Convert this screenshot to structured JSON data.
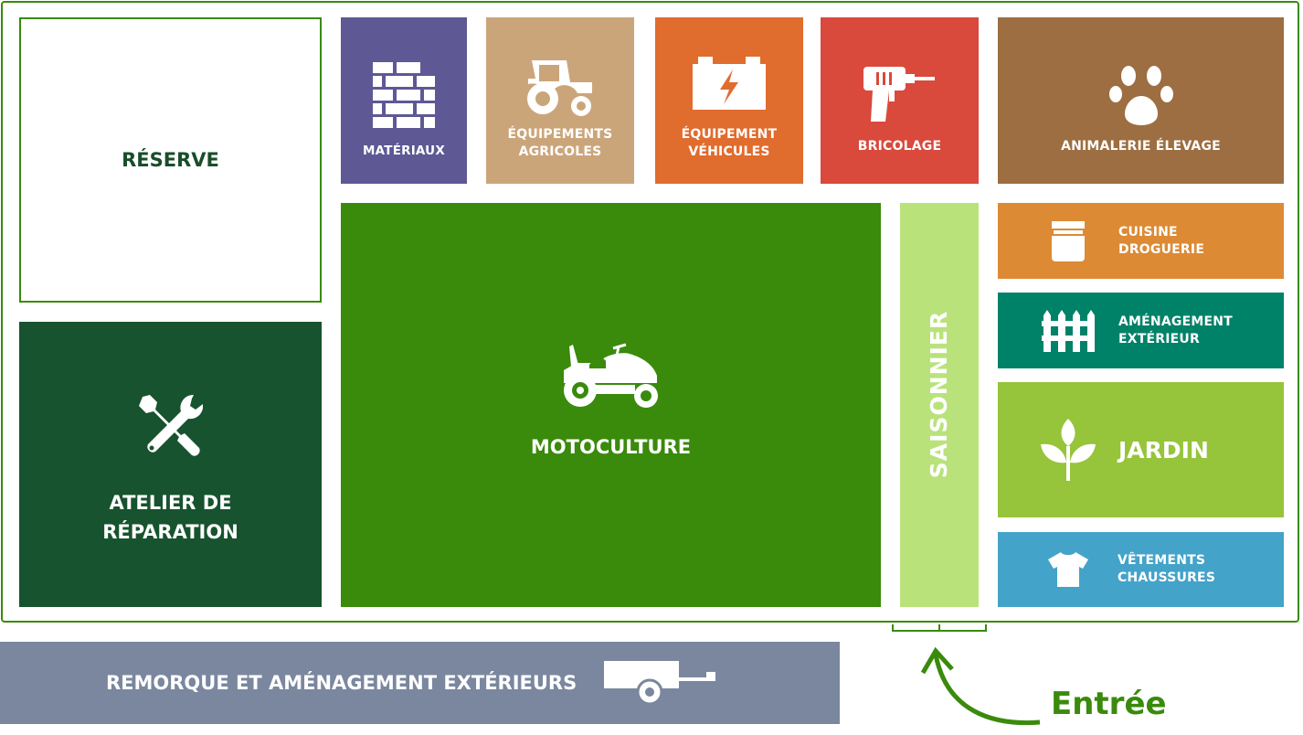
{
  "zones": {
    "reserve": "RÉSERVE",
    "materiaux": "MATÉRIAUX",
    "equip_agricoles": "ÉQUIPEMENTS AGRICOLES",
    "equip_vehicules": "ÉQUIPEMENT VÉHICULES",
    "bricolage": "BRICOLAGE",
    "animalerie": "ANIMALERIE ÉLEVAGE",
    "atelier": "ATELIER DE RÉPARATION",
    "motoculture": "MOTOCULTURE",
    "saisonnier": "SAISONNIER",
    "cuisine": "CUISINE DROGUERIE",
    "amenagement": "AMÉNAGEMENT EXTÉRIEUR",
    "jardin": "JARDIN",
    "vetements": "VÊTEMENTS CHAUSSURES",
    "remorque": "REMORQUE ET AMÉNAGEMENT EXTÉRIEURS"
  },
  "entrance": {
    "label": "Entrée"
  },
  "colors": {
    "border": "#3a8a0c",
    "reserve_text": "#1a4d2a",
    "materiaux": "#5e5895",
    "equip_agricoles": "#cba57a",
    "equip_vehicules": "#e06c2e",
    "bricolage": "#d9493c",
    "animalerie": "#9d6e41",
    "atelier": "#17532e",
    "motoculture": "#3a8a0c",
    "saisonnier": "#b9e27b",
    "cuisine": "#dd8a34",
    "amenagement": "#008269",
    "jardin": "#96c43a",
    "vetements": "#44a3c9",
    "remorque": "#7a879f",
    "entree_text": "#3a8a0c"
  },
  "icons": {
    "materiaux": "brick-wall-icon",
    "equip_agricoles": "tractor-icon",
    "equip_vehicules": "car-battery-icon",
    "bricolage": "power-drill-icon",
    "animalerie": "paw-icon",
    "atelier": "tools-icon",
    "motoculture": "lawn-mower-icon",
    "cuisine": "jar-icon",
    "amenagement": "fence-icon",
    "jardin": "sprout-icon",
    "vetements": "tshirt-icon",
    "remorque": "trailer-icon",
    "entree": "curved-arrow-icon"
  }
}
